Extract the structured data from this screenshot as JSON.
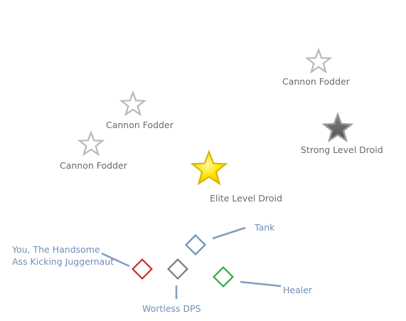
{
  "colors": {
    "enemy_text": "#6a6a6a",
    "party_text": "#6f8fb6",
    "leader_line": "#7f9cc1",
    "fodder_star_stroke": "#b9b9b9",
    "strong_star_fill": "#6b6b6b",
    "elite_star_fill": "#ffe400",
    "elite_star_stroke": "#d7b400",
    "tank_diamond": "#6f8fb6",
    "you_diamond": "#cc2b33",
    "dps_diamond": "#7a7a7a",
    "healer_diamond": "#31a84b"
  },
  "enemies": [
    {
      "id": "fodder-1",
      "label": "Cannon Fodder",
      "icon": "outline-star-icon"
    },
    {
      "id": "fodder-2",
      "label": "Cannon Fodder",
      "icon": "outline-star-icon"
    },
    {
      "id": "fodder-3",
      "label": "Cannon Fodder",
      "icon": "outline-star-icon"
    },
    {
      "id": "strong",
      "label": "Strong Level Droid",
      "icon": "dark-star-icon"
    },
    {
      "id": "elite",
      "label": "Elite Level Droid",
      "icon": "gold-star-icon"
    }
  ],
  "party": [
    {
      "id": "tank",
      "label": "Tank",
      "icon": "blue-diamond-icon"
    },
    {
      "id": "you",
      "label_line1": "You, The Handsome",
      "label_line2": "Ass Kicking Juggernaut",
      "icon": "red-diamond-icon"
    },
    {
      "id": "dps",
      "label": "Wortless DPS",
      "icon": "gray-diamond-icon"
    },
    {
      "id": "healer",
      "label": "Healer",
      "icon": "green-diamond-icon"
    }
  ]
}
